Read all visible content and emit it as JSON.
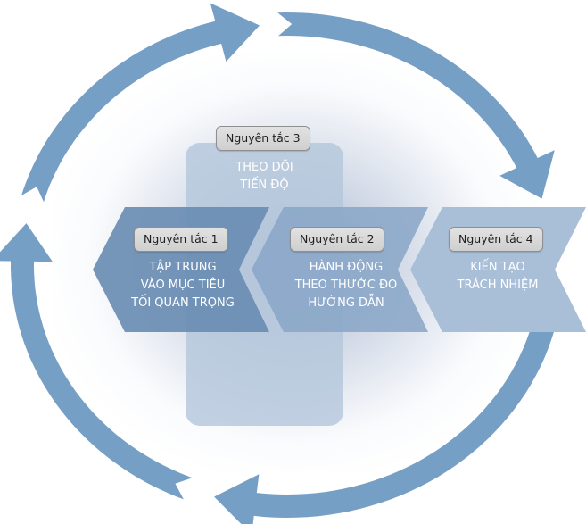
{
  "diagram": {
    "type": "cycle-with-principles",
    "colors": {
      "ring": "#759fc4",
      "chevron_1": "#6a8db3",
      "chevron_2": "#8aa6c7",
      "chevron_4": "#a9bfd8",
      "tracking_box": "#b4c7dc",
      "tag_background": "#d8d8d8",
      "tag_border": "#8f8f8f",
      "caption_text": "#ffffff"
    },
    "cycle_arrows": [
      {
        "id": "arrow-top",
        "direction": "clockwise",
        "icon": "curved-arrow-icon"
      },
      {
        "id": "arrow-right",
        "direction": "clockwise",
        "icon": "curved-arrow-icon"
      },
      {
        "id": "arrow-bottom",
        "direction": "clockwise",
        "icon": "curved-arrow-icon"
      },
      {
        "id": "arrow-left",
        "direction": "clockwise",
        "icon": "curved-arrow-icon"
      }
    ],
    "principles": [
      {
        "tag": "Nguyên tắc 1",
        "lines": [
          "TẬP TRUNG",
          "VÀO MỤC TIÊU",
          "TỐI QUAN TRỌNG"
        ]
      },
      {
        "tag": "Nguyên tắc 2",
        "lines": [
          "HÀNH ĐỘNG",
          "THEO THƯỚC ĐO",
          "HƯỚNG DẪN"
        ]
      },
      {
        "tag": "Nguyên tắc 3",
        "lines": [
          "THEO DÕI",
          "TIẾN ĐỘ"
        ]
      },
      {
        "tag": "Nguyên tắc 4",
        "lines": [
          "KIẾN TẠO",
          "TRÁCH NHIỆM"
        ]
      }
    ]
  }
}
